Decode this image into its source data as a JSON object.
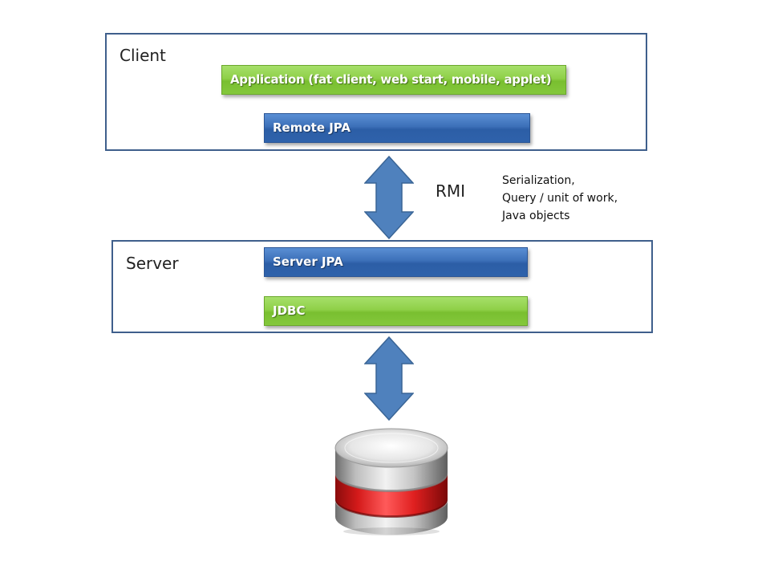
{
  "client": {
    "label": "Client",
    "application_label": "Application (fat client, web start, mobile, applet)",
    "remote_jpa_label": "Remote  JPA"
  },
  "link": {
    "protocol_label": "RMI",
    "notes": [
      "Serialization,",
      "Query / unit of work,",
      "Java objects"
    ]
  },
  "server": {
    "label": "Server",
    "server_jpa_label": "Server JPA",
    "jdbc_label": "JDBC"
  },
  "database": {
    "icon": "database-icon"
  },
  "colors": {
    "frame_border": "#3f5f8c",
    "blue_bar": "#3c6fb8",
    "green_bar": "#8fd048",
    "arrow_fill": "#4f81bd",
    "db_red": "#e02020"
  }
}
